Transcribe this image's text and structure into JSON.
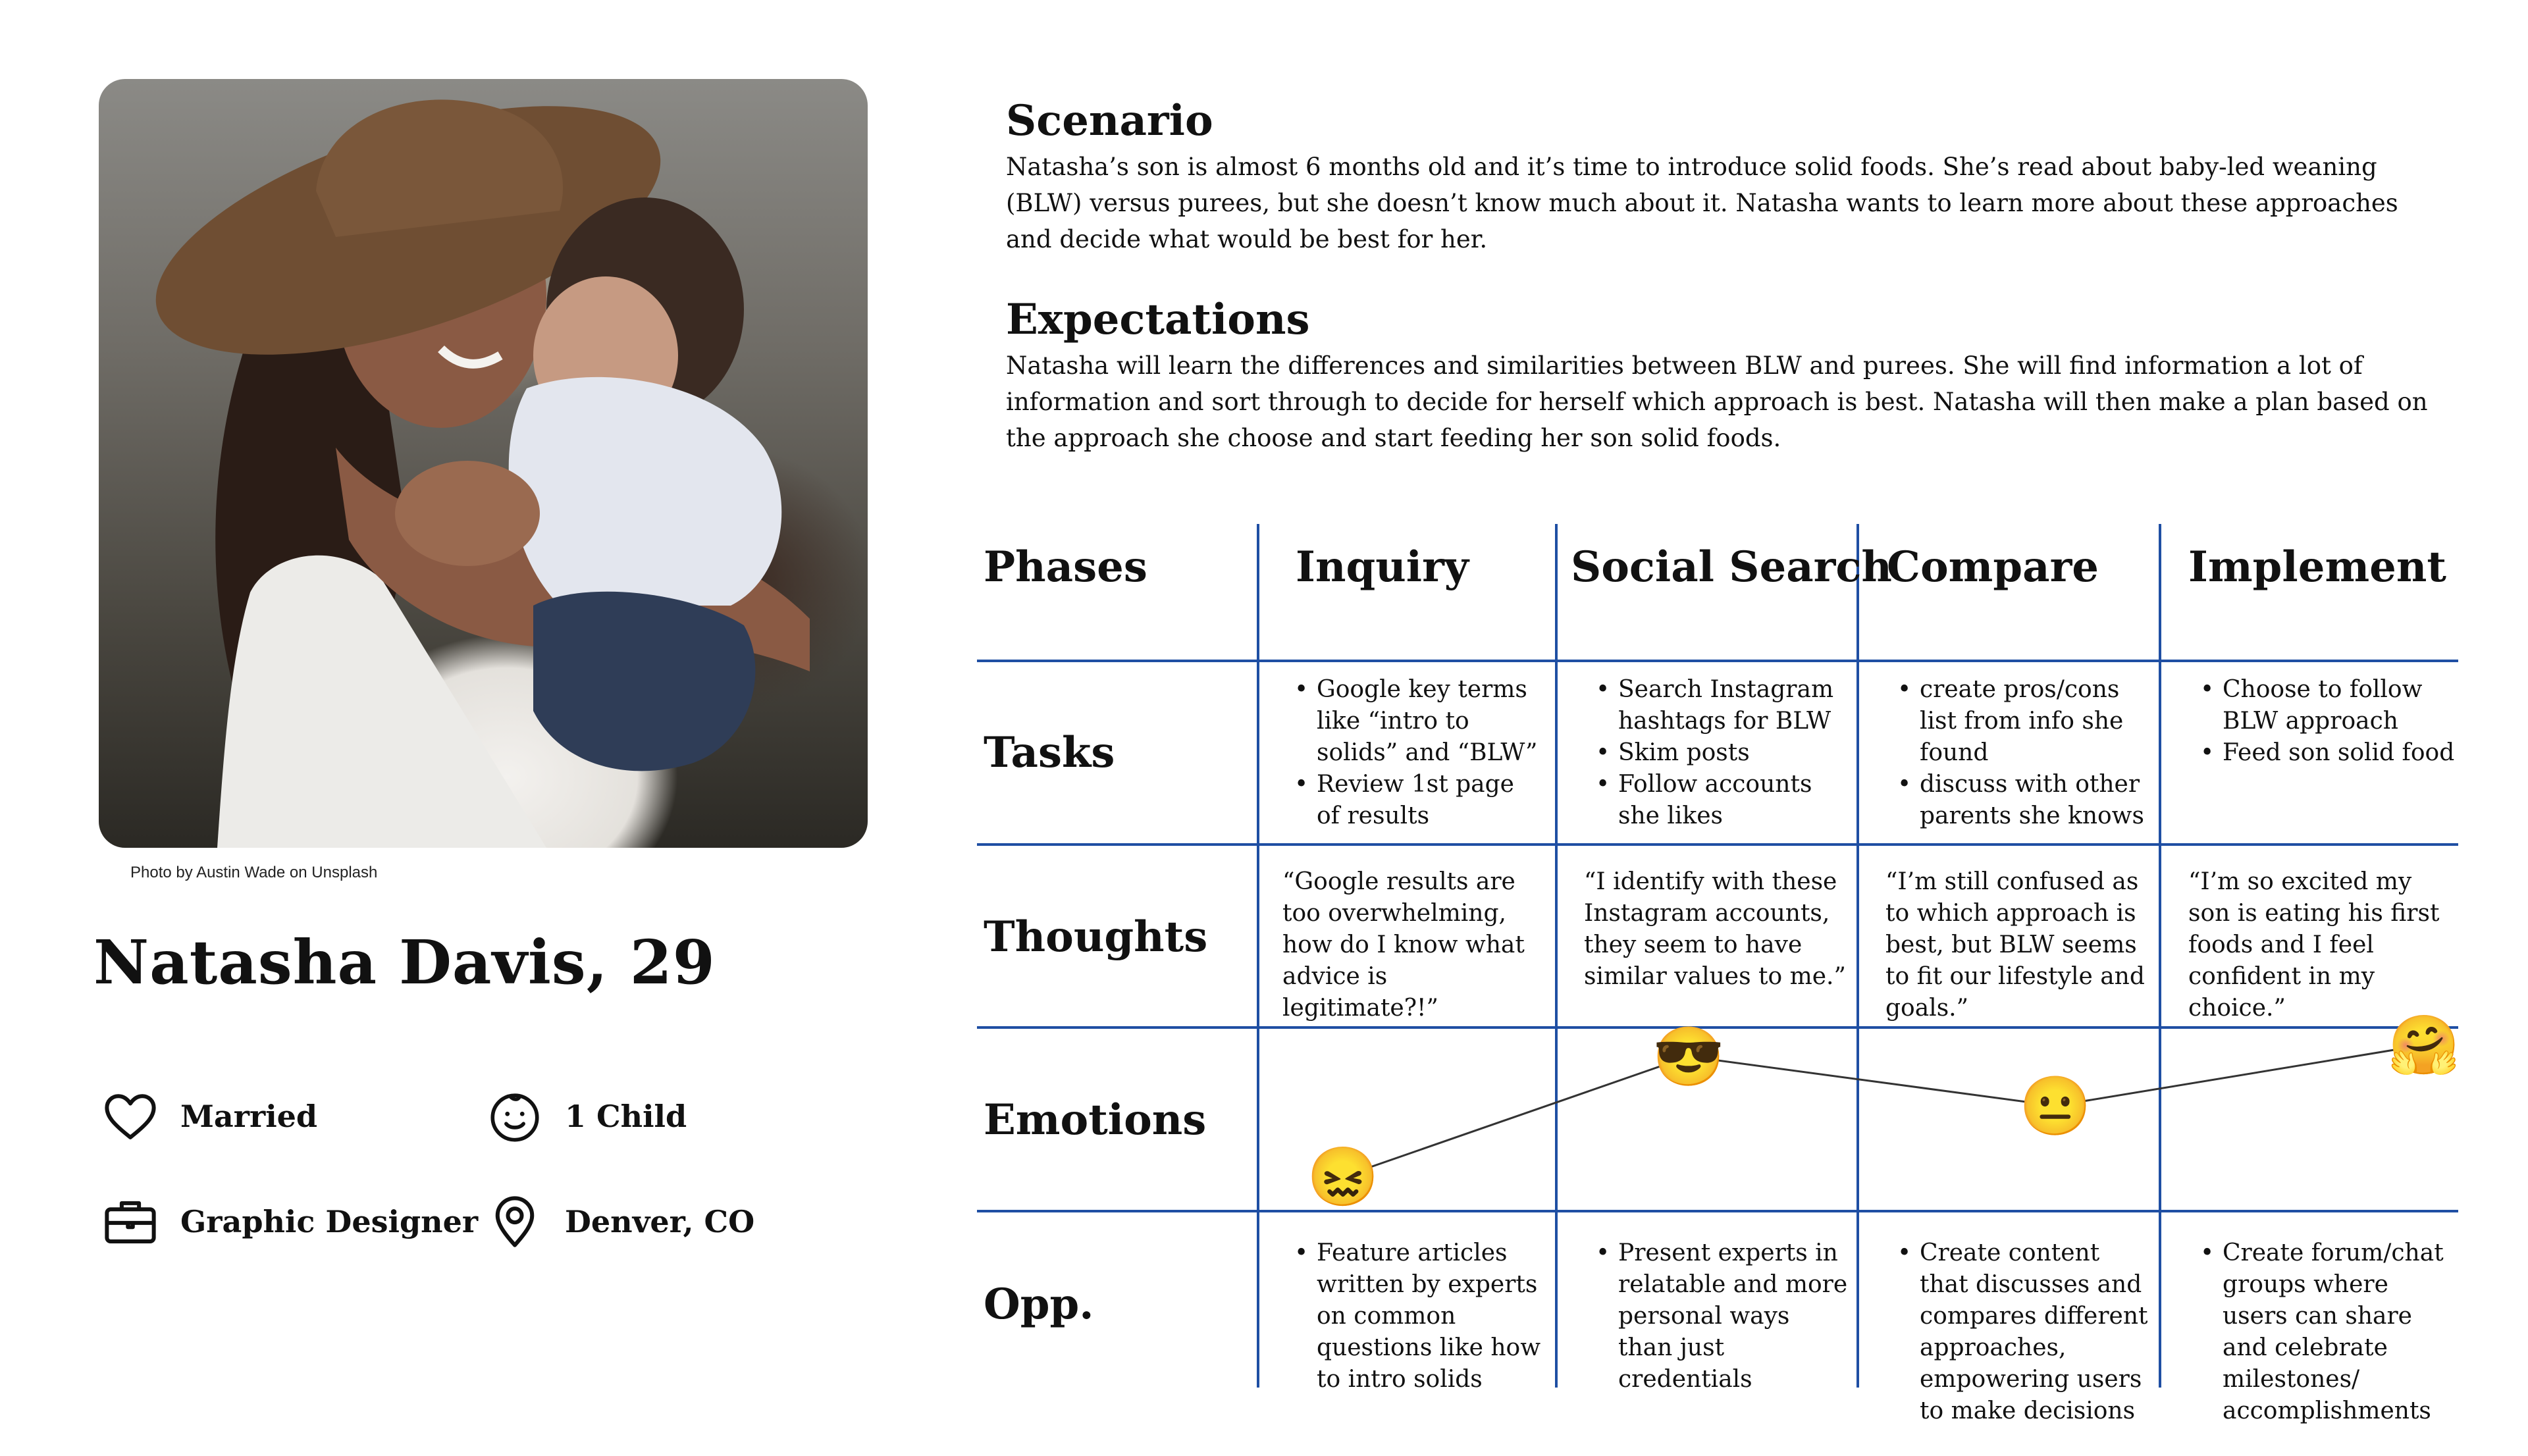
{
  "photo": {
    "alt": "Woman in a brown hat holding a baby",
    "credit": "Photo by Austin Wade on Unsplash"
  },
  "persona": {
    "name": "Natasha Davis, 29",
    "attributes": [
      {
        "icon": "heart-icon",
        "label": "Married"
      },
      {
        "icon": "smiley-icon",
        "label": "1 Child"
      },
      {
        "icon": "briefcase-icon",
        "label": "Graphic Designer"
      },
      {
        "icon": "location-pin-icon",
        "label": "Denver, CO"
      }
    ]
  },
  "scenario": {
    "title": "Scenario",
    "body": "Natasha’s son is almost 6 months old and it’s time to introduce solid foods. She’s read about baby-led weaning (BLW) versus purees, but she doesn’t know much about it. Natasha wants to learn more about these approaches and decide what would be best for her."
  },
  "expectations": {
    "title": "Expectations",
    "body": "Natasha will learn the differences and similarities between BLW and purees. She will find information a lot of information and sort through to decide for herself which approach is best. Natasha will then make a plan based on the approach she choose and start feeding her son solid foods."
  },
  "journey": {
    "corner_label": "Phases",
    "rows": {
      "tasks": "Tasks",
      "thoughts": "Thoughts",
      "emotions": "Emotions",
      "opp": "Opp."
    },
    "phases": [
      {
        "name": "Inquiry",
        "tasks": [
          "Google key terms like “intro to solids” and “BLW”",
          "Review 1st page of results"
        ],
        "thought": "“Google results are too overwhelming, how do I know what advice is legitimate?!”",
        "emotion": {
          "emoji": "😖",
          "level": 0.15
        },
        "opportunities": [
          "Feature articles written by experts on common questions like how to intro solids"
        ]
      },
      {
        "name": "Social Search",
        "tasks": [
          "Search Instagram hashtags for BLW",
          "Skim posts",
          "Follow accounts she likes"
        ],
        "thought": "“I identify with these Instagram accounts, they seem to have similar values to me.”",
        "emotion": {
          "emoji": "😎",
          "level": 0.88
        },
        "opportunities": [
          "Present experts in relatable and more personal ways than just credentials"
        ]
      },
      {
        "name": "Compare",
        "tasks": [
          "create pros/cons list from info she found",
          "discuss with other parents she knows"
        ],
        "thought": "“I’m still confused as to which approach is best, but BLW seems to fit our lifestyle and goals.”",
        "emotion": {
          "emoji": "😐",
          "level": 0.58
        },
        "opportunities": [
          "Create content that discusses and compares different approaches, empowering users to make decisions"
        ]
      },
      {
        "name": "Implement",
        "tasks": [
          "Choose to follow BLW approach",
          "Feed son solid food"
        ],
        "thought": "“I’m so excited my son is eating his first foods and I feel confident in my choice.”",
        "emotion": {
          "emoji": "🤗",
          "level": 0.95
        },
        "opportunities": [
          "Create forum/chat groups where users can share and celebrate milestones/ accomplishments"
        ]
      }
    ]
  },
  "colors": {
    "grid": "#1f4fa3",
    "text": "#111111",
    "emotion_line": "#333333"
  }
}
